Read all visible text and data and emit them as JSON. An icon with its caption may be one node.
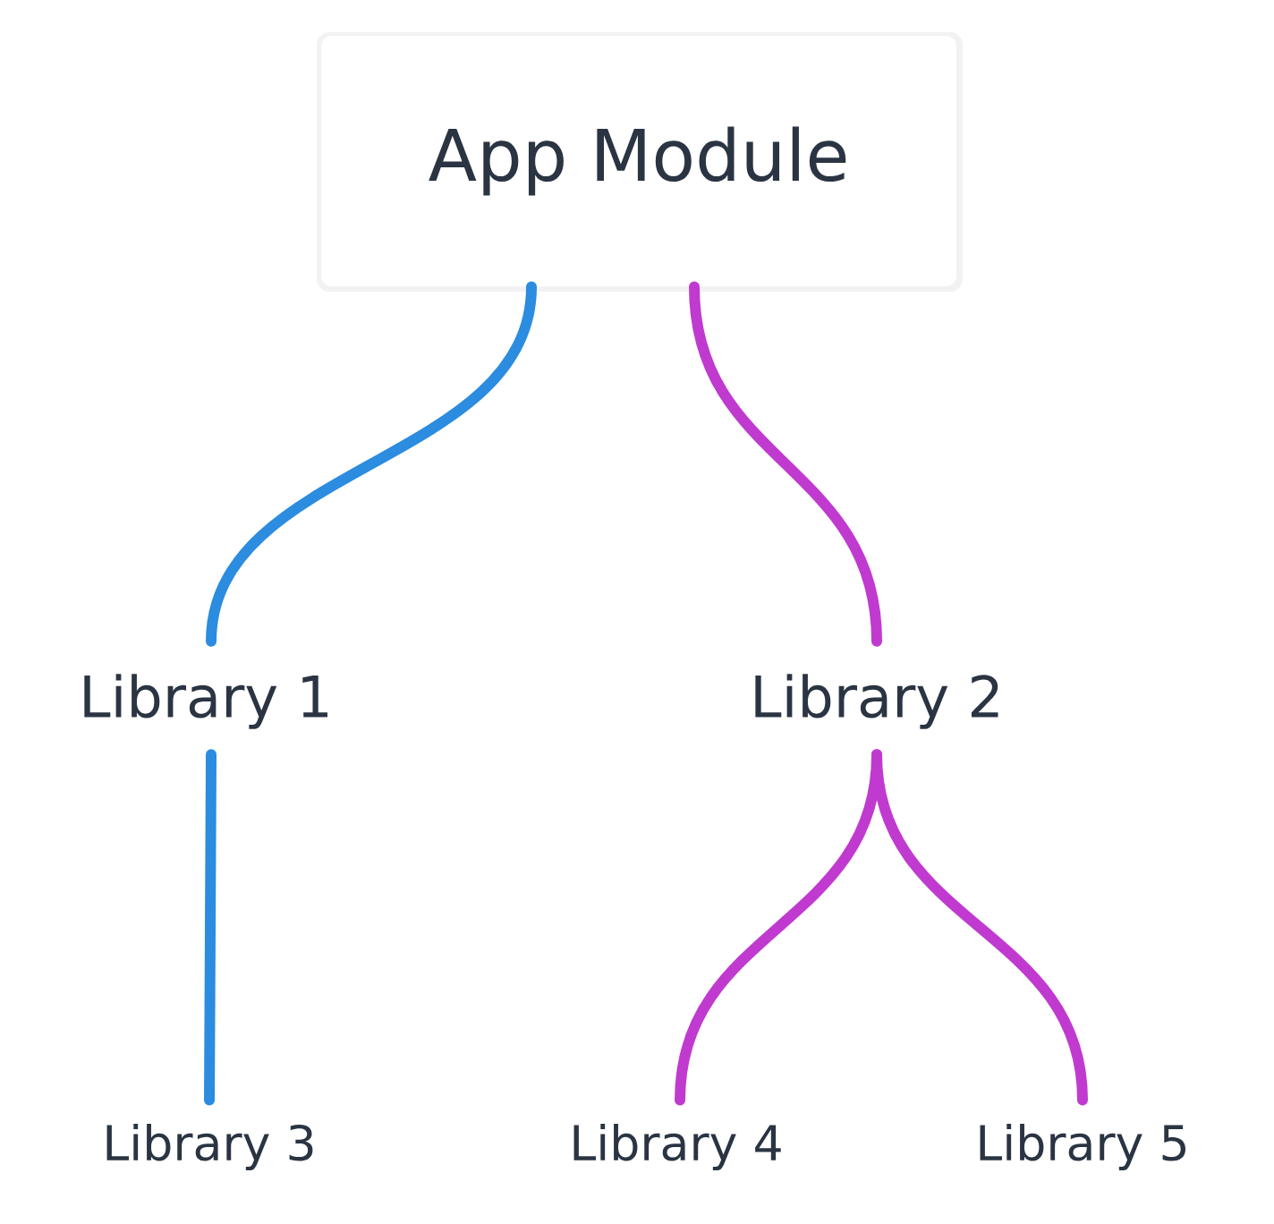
{
  "diagram": {
    "nodes": [
      {
        "text": [
          "App Module"
        ]
      },
      {
        "text": [
          "Library 1"
        ]
      },
      {
        "text": [
          "Library 2"
        ]
      },
      {
        "text": [
          "Library 3"
        ]
      },
      {
        "text": [
          "Library 4"
        ]
      },
      {
        "text": [
          "Library 5"
        ]
      }
    ],
    "edges": [
      {
        "from": 0,
        "to": 1,
        "arrow": "none",
        "color": "#2b8ce0"
      },
      {
        "from": 0,
        "to": 2,
        "arrow": "none"
      },
      {
        "from": 1,
        "to": 3,
        "arrow": "none",
        "color": "#2b8ce0"
      },
      {
        "from": 2,
        "to": 4,
        "arrow": "none"
      },
      {
        "from": 2,
        "to": 5,
        "arrow": "none"
      }
    ]
  }
}
